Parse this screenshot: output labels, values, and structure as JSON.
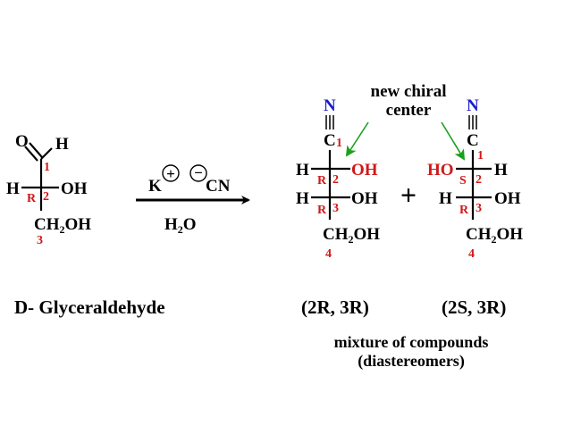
{
  "reactant": {
    "aldehyde_o": "O",
    "aldehyde_h": "H",
    "left_h": "H",
    "right_oh": "OH",
    "bottom_group": "CH",
    "bottom_sub": "2",
    "bottom_oh": "OH",
    "carbon_numbers": [
      "1",
      "2",
      "3"
    ],
    "config": "R",
    "name": "D- Glyceraldehyde"
  },
  "reagents": {
    "cation": "K",
    "anion": "CN",
    "plus_sign": "+",
    "minus_sign": "−",
    "solvent_h": "H",
    "solvent_sub": "2",
    "solvent_o": "O"
  },
  "product_a": {
    "nitrile_n": "N",
    "carbon": "C",
    "c1_number": "1",
    "row2_left": "H",
    "row2_right": "OH",
    "row2_config": "R",
    "row2_number": "2",
    "row3_left": "H",
    "row3_right": "OH",
    "row3_config": "R",
    "row3_number": "3",
    "bottom_group": "CH",
    "bottom_sub": "2",
    "bottom_oh": "OH",
    "c4_number": "4",
    "label": "(2R, 3R)"
  },
  "product_b": {
    "nitrile_n": "N",
    "carbon": "C",
    "c1_number": "1",
    "row2_left": "HO",
    "row2_right": "H",
    "row2_config": "S",
    "row2_number": "2",
    "row3_left": "H",
    "row3_right": "OH",
    "row3_config": "R",
    "row3_number": "3",
    "bottom_group": "CH",
    "bottom_sub": "2",
    "bottom_oh": "OH",
    "c4_number": "4",
    "label": "(2S, 3R)"
  },
  "plus_between": "+",
  "annotation": {
    "line1": "new chiral",
    "line2": "center"
  },
  "caption": {
    "line1": "mixture of compounds",
    "line2": "(diastereomers)"
  },
  "colors": {
    "black": "#000000",
    "red": "#d01818",
    "blue": "#1a1ad0",
    "green": "#1aa01a"
  }
}
